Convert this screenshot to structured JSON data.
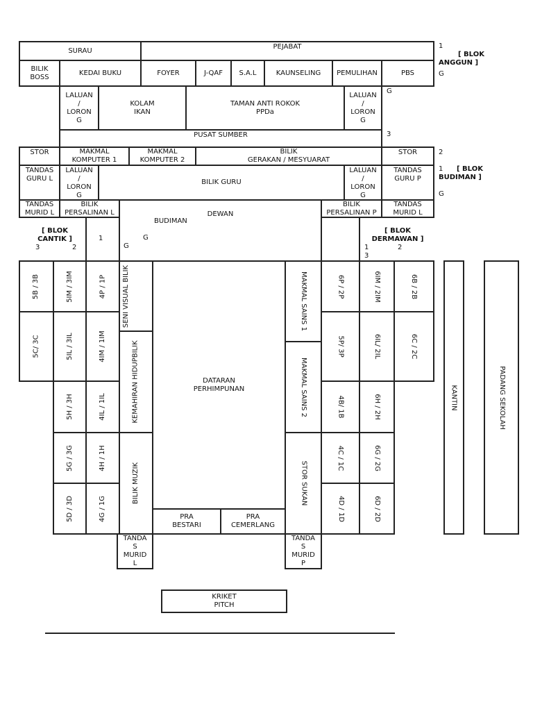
{
  "blocks": {
    "anggun": "[ BLOK ANGGUN ]",
    "budiman": "[ BLOK BUDIMAN ]",
    "cantik": "[ BLOK CANTIK ]",
    "dermawan": "[ BLOK DERMAWAN ]"
  },
  "floor_marks": {
    "one": "1",
    "two": "2",
    "three": "3",
    "g": "G"
  },
  "anggun": {
    "surau": "SURAU",
    "pejabat": "PEJABAT",
    "bilik_boss": "BILIK\nBOSS",
    "kedai_buku": "KEDAI BUKU",
    "foyer": "FOYER",
    "jqaf": "J-QAF",
    "sal": "S.A.L",
    "kaunseling": "KAUNSELING",
    "pemulihan": "PEMULIHAN",
    "pbs": "PBS",
    "laluan": "LALUAN\n/\nLORON\nG",
    "kolam": "KOLAM\nIKAN",
    "taman": "TAMAN ANTI ROKOK\nPPDa",
    "pusat_sumber": "PUSAT SUMBER"
  },
  "budiman": {
    "stor": "STOR",
    "makmal1": "MAKMAL\nKOMPUTER 1",
    "makmal2": "MAKMAL\nKOMPUTER 2",
    "bilik_gerakan": "BILIK\nGERAKAN / MESYUARAT",
    "tandas_guru_l": "TANDAS\nGURU L",
    "tandas_guru_p": "TANDAS\nGURU P",
    "laluan": "LALUAN\n/\nLORON\nG",
    "bilik_guru": "BILIK GURU",
    "tandas_murid_l": "TANDAS\nMURID L",
    "persalinan_l": "BILIK\nPERSALINAN L",
    "dewan": "DEWAN",
    "dewan_budiman": "BUDIMAN",
    "persalinan_p": "BILIK\nPERSALINAN P"
  },
  "cantik": {
    "rooms": [
      "5B / 3B",
      "5IM / 3IM",
      "4P / 1P",
      "5C/ 3C",
      "5IL / 3IL",
      "4IM / 1IM",
      "5H / 3H",
      "4IL / 1IL",
      "5G / 3G",
      "4H / 1H",
      "5D / 3D",
      "4G / 1G"
    ],
    "seni_visual": "SENI VISUAL BILIK",
    "kemahiran": "KEMAHIRAN HIDUPBILIK",
    "bilik_muzik": "BILIK MUZIK",
    "tandas_murid_l": "TANDA\nS\nMURID\nL"
  },
  "dermawan": {
    "rooms": [
      "6P / 2P",
      "6IM / 2IM",
      "6B / 2B",
      "5P/ 3P",
      "6IL/ 2IL",
      "6C / 2C",
      "4B/ 1B",
      "6H / 2H",
      "4C / 1C",
      "6G / 2G",
      "4D / 1D",
      "6D / 2D"
    ],
    "makmal_sains1": "MAKMAL SAINS 1",
    "makmal_sains2": "MAKMAL SAINS 2",
    "stor_sukan": "STOR SUKAN",
    "tandas_murid_p": "TANDA\nS\nMURID\nP"
  },
  "center": {
    "dataran": "DATARAN\nPERHIMPUNAN",
    "pra_bestari": "PRA\nBESTARI",
    "pra_cemerlang": "PRA\nCEMERLANG"
  },
  "outside": {
    "kantin": "KANTIN",
    "padang": "PADANG\nSEKOLAH",
    "kriket": "KRIKET\nPITCH"
  }
}
